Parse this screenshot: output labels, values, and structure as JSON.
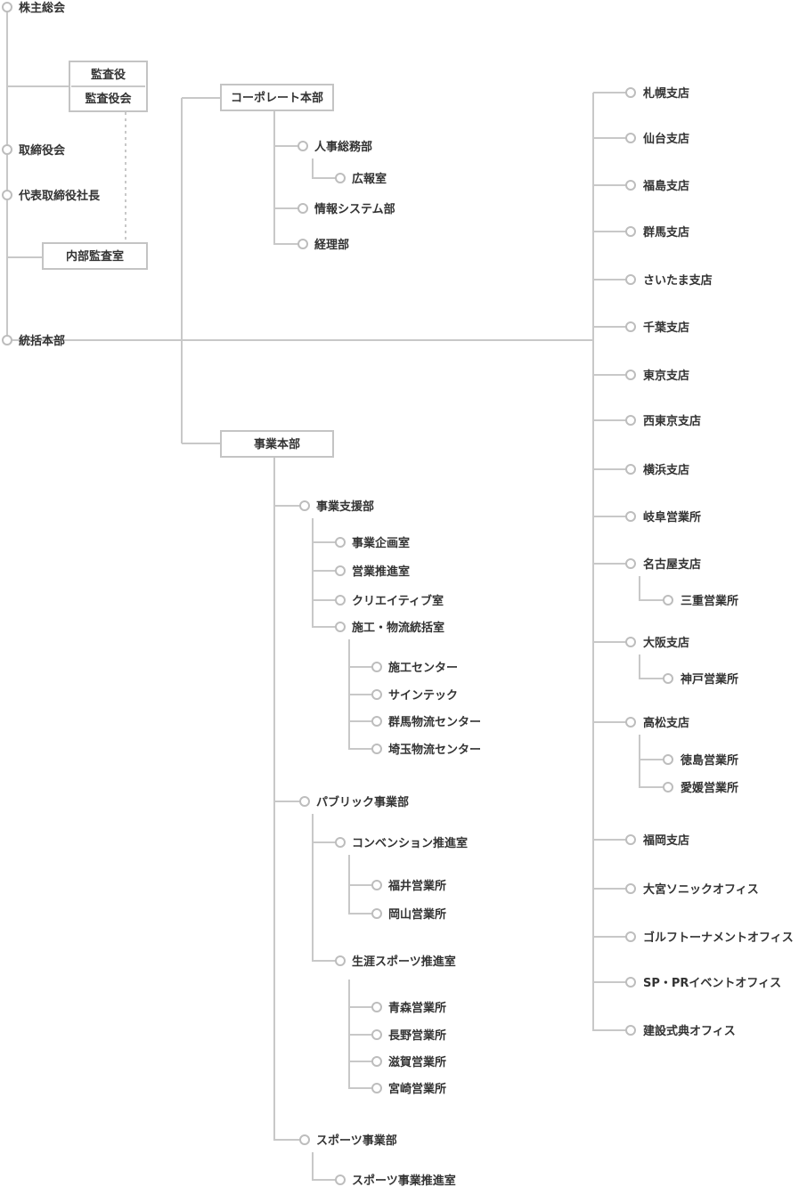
{
  "top": {
    "shareholders": "株主総会",
    "board": "取締役会",
    "president": "代表取締役社長",
    "hq": "統括本部",
    "auditor_line1": "監査役",
    "auditor_line2": "監査役会",
    "internal_audit": "内部監査室"
  },
  "divisions": {
    "corporate": "コーポレート本部",
    "business": "事業本部"
  },
  "corporate": {
    "hr": "人事総務部",
    "pr": "広報室",
    "it": "情報システム部",
    "accounting": "経理部"
  },
  "business": {
    "support": {
      "label": "事業支援部",
      "planning": "事業企画室",
      "promotion": "営業推進室",
      "creative": "クリエイティブ室",
      "logistics": {
        "label": "施工・物流統括室",
        "construction": "施工センター",
        "signtech": "サインテック",
        "gunma": "群馬物流センター",
        "saitama": "埼玉物流センター"
      }
    },
    "public": {
      "label": "パブリック事業部",
      "convention": {
        "label": "コンベンション推進室",
        "fukui": "福井営業所",
        "okayama": "岡山営業所"
      },
      "lifelong": {
        "label": "生涯スポーツ推進室",
        "aomori": "青森営業所",
        "nagano": "長野営業所",
        "shiga": "滋賀営業所",
        "miyazaki": "宮崎営業所"
      }
    },
    "sports": {
      "label": "スポーツ事業部",
      "promotion": "スポーツ事業推進室"
    }
  },
  "branches": {
    "sapporo": "札幌支店",
    "sendai": "仙台支店",
    "fukushima": "福島支店",
    "gunma": "群馬支店",
    "saitama": "さいたま支店",
    "chiba": "千葉支店",
    "tokyo": "東京支店",
    "nishitokyo": "西東京支店",
    "yokohama": "横浜支店",
    "gifu": "岐阜営業所",
    "nagoya": "名古屋支店",
    "mie": "三重営業所",
    "osaka": "大阪支店",
    "kobe": "神戸営業所",
    "takamatsu": "高松支店",
    "tokushima": "徳島営業所",
    "ehime": "愛媛営業所",
    "fukuoka": "福岡支店",
    "omiya": "大宮ソニックオフィス",
    "golf": "ゴルフトーナメントオフィス",
    "sppr": "SP・PRイベントオフィス",
    "construction": "建設式典オフィス"
  }
}
